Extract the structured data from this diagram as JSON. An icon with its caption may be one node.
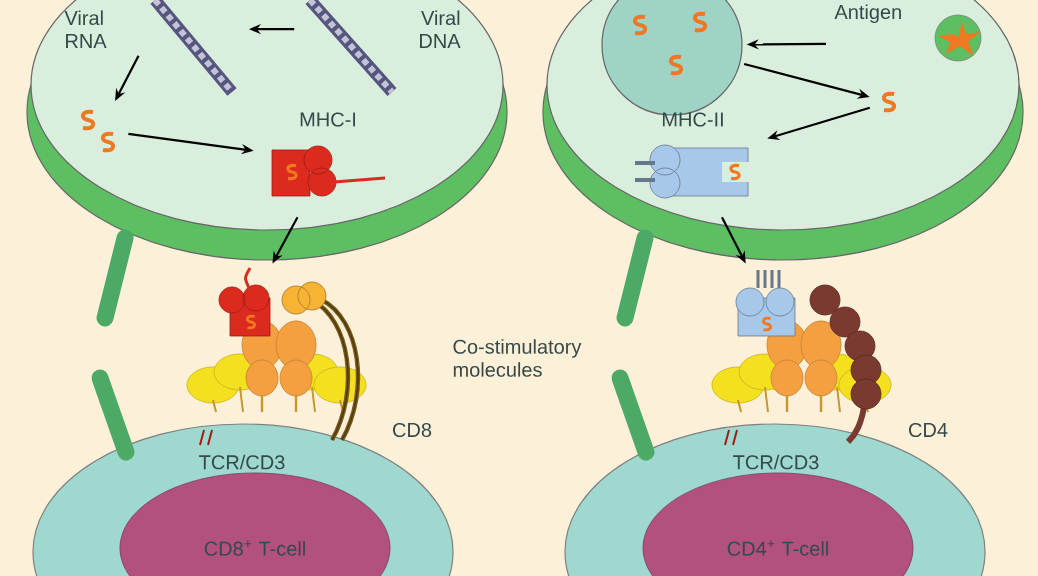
{
  "diagram": {
    "nodes": [
      {
        "text": [
          "Viral RNA"
        ]
      },
      {
        "text": [
          "Viral DNA"
        ]
      },
      {
        "text": [],
        "shape": "picture"
      },
      {
        "text": [
          "MHC-I"
        ]
      },
      {
        "text": [],
        "shape": "picture"
      },
      {
        "text": [
          "Antigen"
        ]
      },
      {
        "text": [],
        "shape": "circle"
      },
      {
        "text": [],
        "shape": "picture"
      },
      {
        "text": [
          "MHC-II"
        ]
      },
      {
        "text": [],
        "shape": "picture"
      },
      {
        "text": [
          "CD8$^{+}$ T-cell"
        ]
      },
      {
        "text": [
          "CD4$^{+}$ T-cell"
        ]
      }
    ],
    "edges": [
      {
        "from": 1,
        "to": 0,
        "arrow": "to"
      },
      {
        "from": 0,
        "to": 2,
        "arrow": "to"
      },
      {
        "from": 2,
        "to": 3,
        "arrow": "to"
      },
      {
        "from": 3,
        "to": 4,
        "arrow": "to"
      },
      {
        "from": 5,
        "to": 6,
        "arrow": "to"
      },
      {
        "from": 6,
        "to": 7,
        "arrow": "to"
      },
      {
        "from": 7,
        "to": 8,
        "arrow": "to"
      },
      {
        "from": 8,
        "to": 9,
        "arrow": "to"
      }
    ],
    "labels": [
      "Co-stimulatory molecules",
      "CD8",
      "TCR/CD3",
      "CD4",
      "TCR/CD3"
    ]
  }
}
